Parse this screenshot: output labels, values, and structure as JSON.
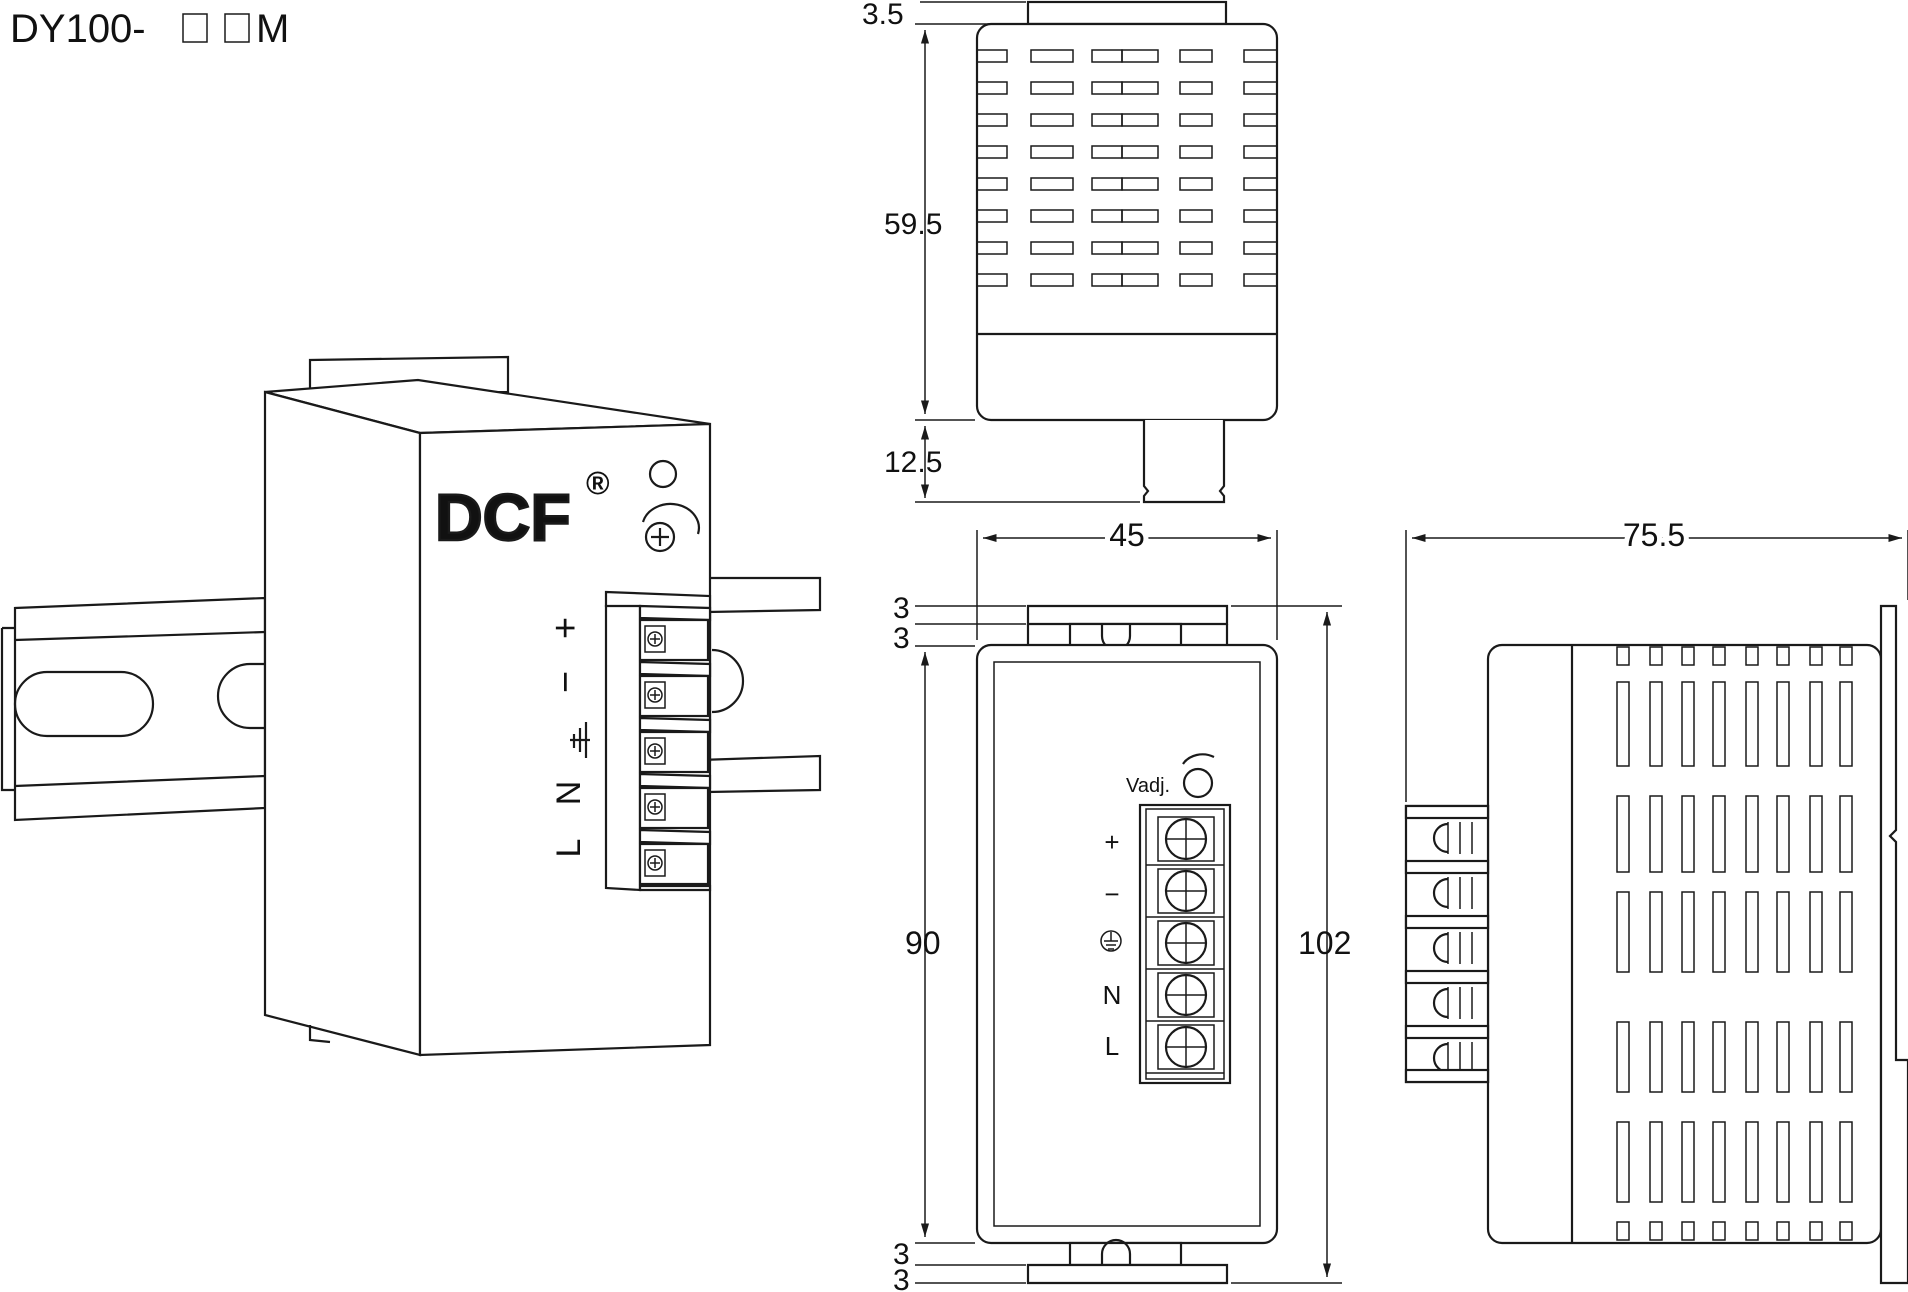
{
  "title": {
    "model": "DY100-",
    "box_a": "□",
    "box_b": "□",
    "suffix": "M"
  },
  "iso_view": {
    "brand": "DCF",
    "registered_mark": "®",
    "terminals": [
      "+",
      "−",
      "⏚",
      "N",
      "L"
    ],
    "colors": {
      "line": "#1a1a1a",
      "fill": "#ffffff"
    }
  },
  "top_view": {
    "dims": {
      "tab_top": "3.5",
      "body_height": "59.5",
      "rail_clip": "12.5"
    },
    "vent_rows": 8
  },
  "front_view": {
    "dims": {
      "width": "45",
      "top_a": "3",
      "top_b": "3",
      "inner_height": "90",
      "total_height": "102",
      "bottom_a": "3",
      "bottom_b": "3"
    },
    "adjust_label": "Vadj.",
    "terminals": [
      "+",
      "−",
      "⏚",
      "N",
      "L"
    ]
  },
  "side_view": {
    "dims": {
      "depth": "75.5"
    },
    "terminal_count": 5
  }
}
